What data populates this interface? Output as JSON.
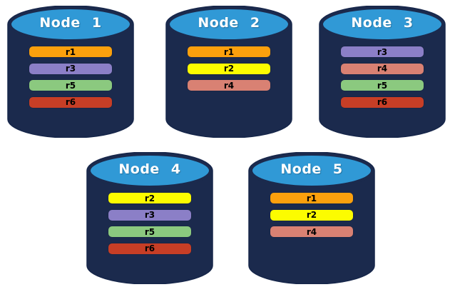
{
  "colors": {
    "background": "#FFFFFF",
    "cylinder_body": "#1B2A4D",
    "cylinder_top": "#3099D6",
    "cylinder_outline": "#16264A",
    "title_text": "#FFFFFF",
    "replica_text": "#000000"
  },
  "replica_palette": {
    "r1": "#FBA00D",
    "r2": "#FCFC00",
    "r3": "#8B7FC7",
    "r4": "#D98173",
    "r5": "#8BC97F",
    "r6": "#C73E26"
  },
  "nodes": [
    {
      "title": "Node 1",
      "replicas": [
        {
          "label": "r1",
          "color": "#FBA00D"
        },
        {
          "label": "r3",
          "color": "#8B7FC7"
        },
        {
          "label": "r5",
          "color": "#8BC97F"
        },
        {
          "label": "r6",
          "color": "#C73E26"
        }
      ]
    },
    {
      "title": "Node 2",
      "replicas": [
        {
          "label": "r1",
          "color": "#FBA00D"
        },
        {
          "label": "r2",
          "color": "#FCFC00"
        },
        {
          "label": "r4",
          "color": "#D98173"
        }
      ]
    },
    {
      "title": "Node 3",
      "replicas": [
        {
          "label": "r3",
          "color": "#8B7FC7"
        },
        {
          "label": "r4",
          "color": "#D98173"
        },
        {
          "label": "r5",
          "color": "#8BC97F"
        },
        {
          "label": "r6",
          "color": "#C73E26"
        }
      ]
    },
    {
      "title": "Node 4",
      "replicas": [
        {
          "label": "r2",
          "color": "#FCFC00"
        },
        {
          "label": "r3",
          "color": "#8B7FC7"
        },
        {
          "label": "r5",
          "color": "#8BC97F"
        },
        {
          "label": "r6",
          "color": "#C73E26"
        }
      ]
    },
    {
      "title": "Node 5",
      "replicas": [
        {
          "label": "r1",
          "color": "#FBA00D"
        },
        {
          "label": "r2",
          "color": "#FCFC00"
        },
        {
          "label": "r4",
          "color": "#D98173"
        }
      ]
    }
  ]
}
